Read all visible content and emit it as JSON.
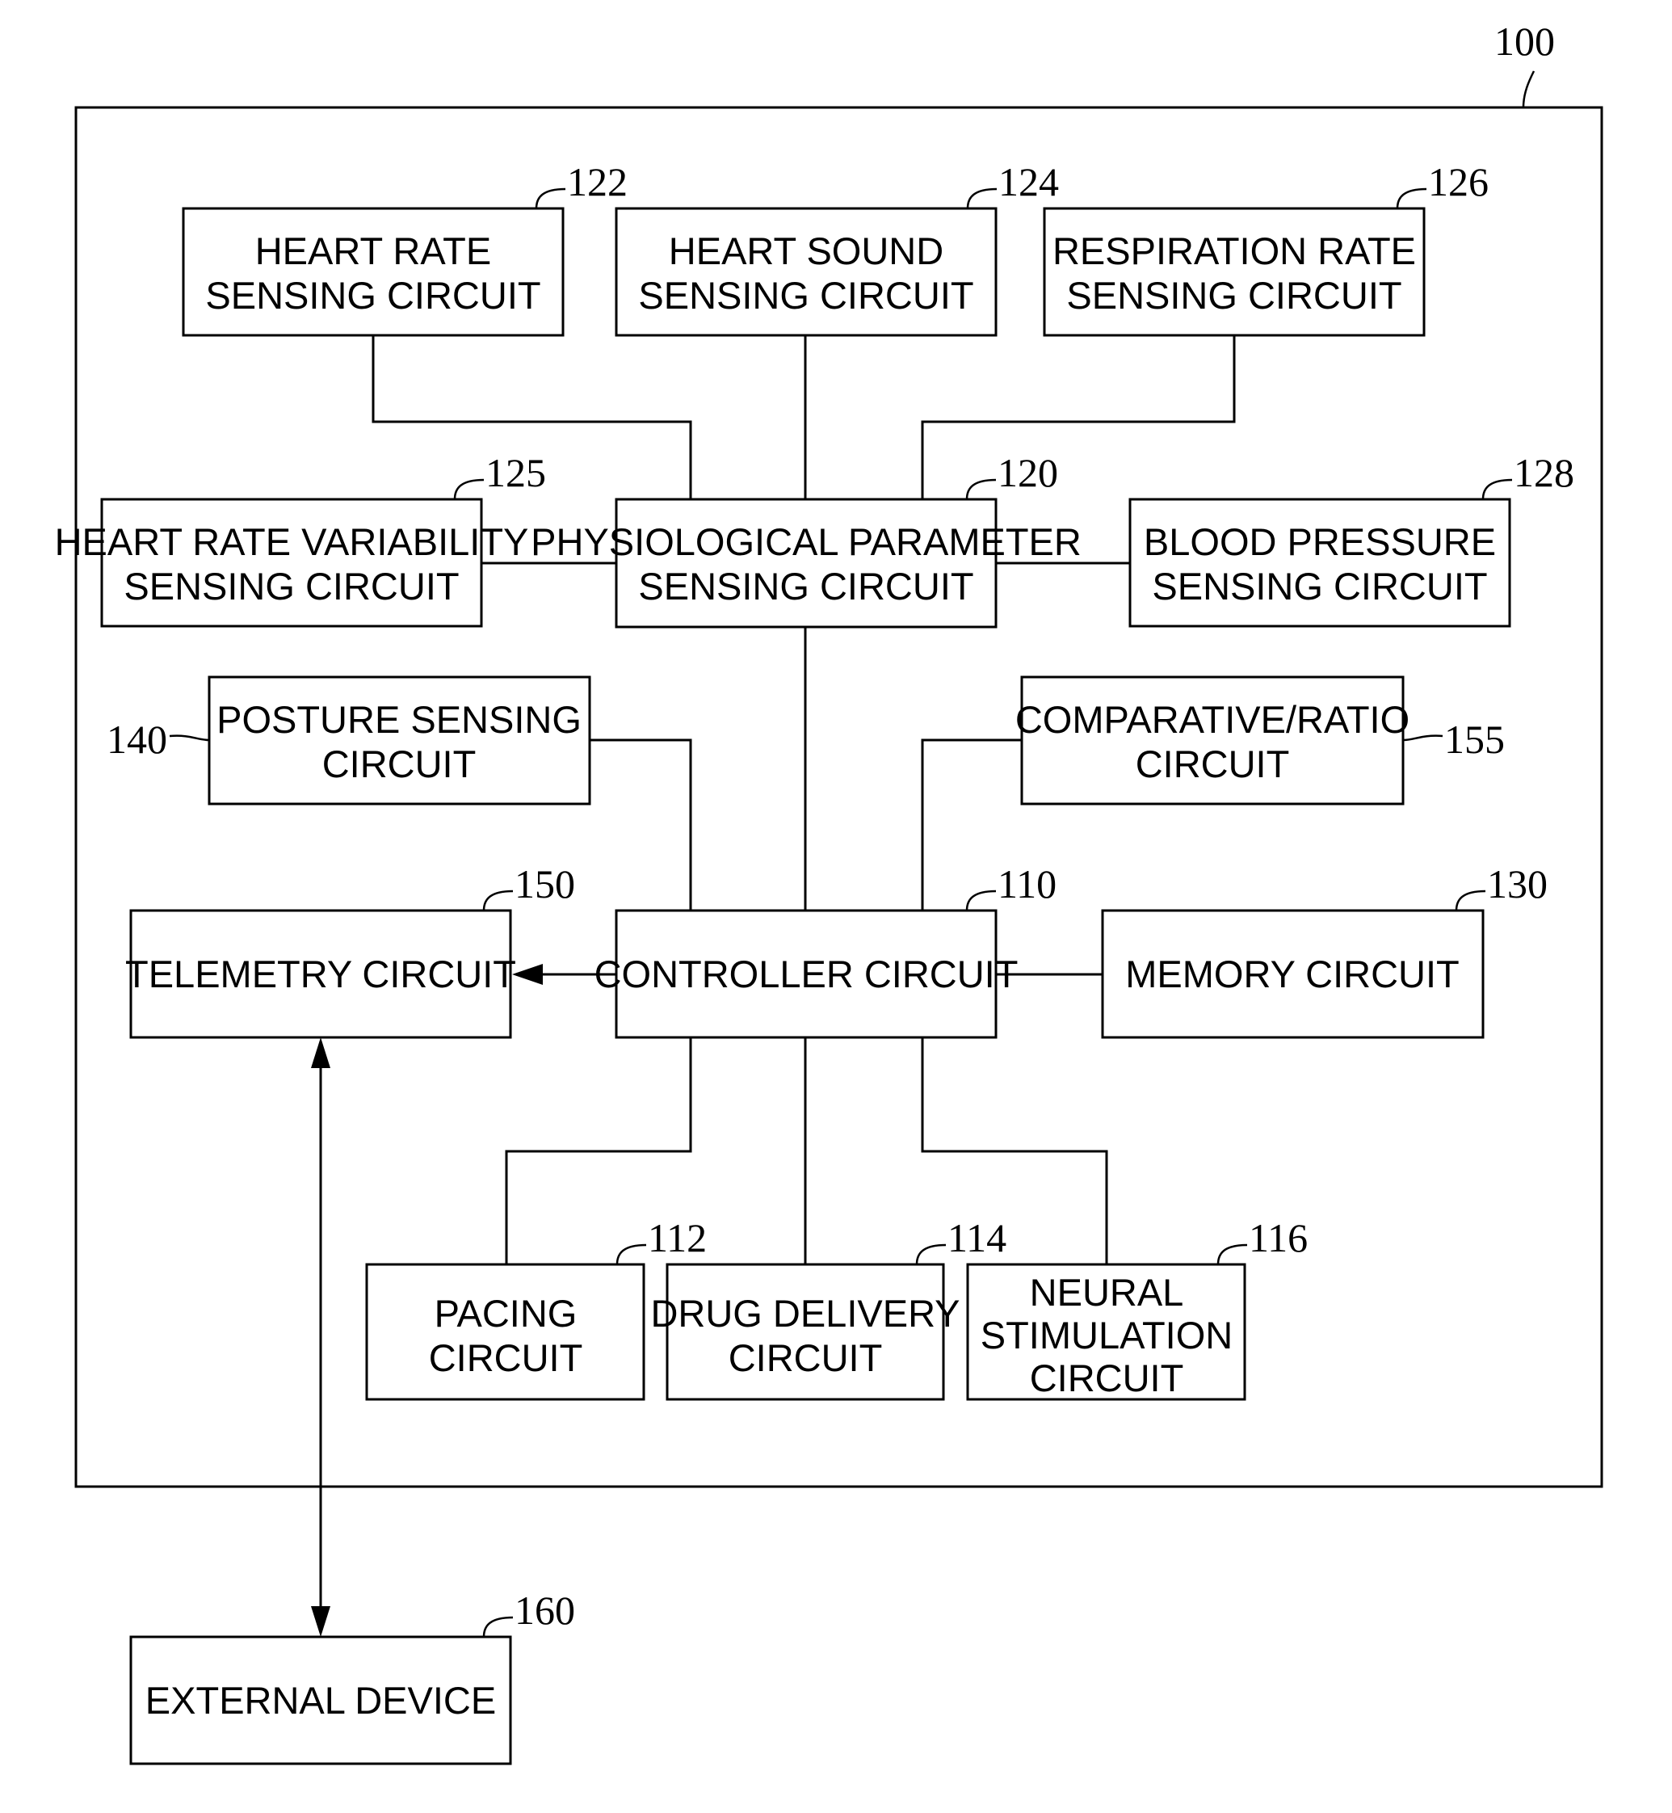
{
  "diagram": {
    "system_ref": "100",
    "blocks": {
      "heart_rate": {
        "ref": "122",
        "lines": [
          "HEART RATE",
          "SENSING CIRCUIT"
        ]
      },
      "heart_sound": {
        "ref": "124",
        "lines": [
          "HEART SOUND",
          "SENSING CIRCUIT"
        ]
      },
      "respiration_rate": {
        "ref": "126",
        "lines": [
          "RESPIRATION RATE",
          "SENSING CIRCUIT"
        ]
      },
      "hrv": {
        "ref": "125",
        "lines": [
          "HEART RATE VARIABILITY",
          "SENSING CIRCUIT"
        ]
      },
      "physiological": {
        "ref": "120",
        "lines": [
          "PHYSIOLOGICAL PARAMETER",
          "SENSING CIRCUIT"
        ]
      },
      "blood_pressure": {
        "ref": "128",
        "lines": [
          "BLOOD PRESSURE",
          "SENSING CIRCUIT"
        ]
      },
      "posture": {
        "ref": "140",
        "lines": [
          "POSTURE SENSING",
          "CIRCUIT"
        ]
      },
      "comparative": {
        "ref": "155",
        "lines": [
          "COMPARATIVE/RATIO",
          "CIRCUIT"
        ]
      },
      "telemetry": {
        "ref": "150",
        "lines": [
          "TELEMETRY CIRCUIT"
        ]
      },
      "controller": {
        "ref": "110",
        "lines": [
          "CONTROLLER CIRCUIT"
        ]
      },
      "memory": {
        "ref": "130",
        "lines": [
          "MEMORY CIRCUIT"
        ]
      },
      "pacing": {
        "ref": "112",
        "lines": [
          "PACING",
          "CIRCUIT"
        ]
      },
      "drug": {
        "ref": "114",
        "lines": [
          "DRUG DELIVERY",
          "CIRCUIT"
        ]
      },
      "neural": {
        "ref": "116",
        "lines": [
          "NEURAL",
          "STIMULATION",
          "CIRCUIT"
        ]
      },
      "external": {
        "ref": "160",
        "lines": [
          "EXTERNAL DEVICE"
        ]
      }
    }
  }
}
